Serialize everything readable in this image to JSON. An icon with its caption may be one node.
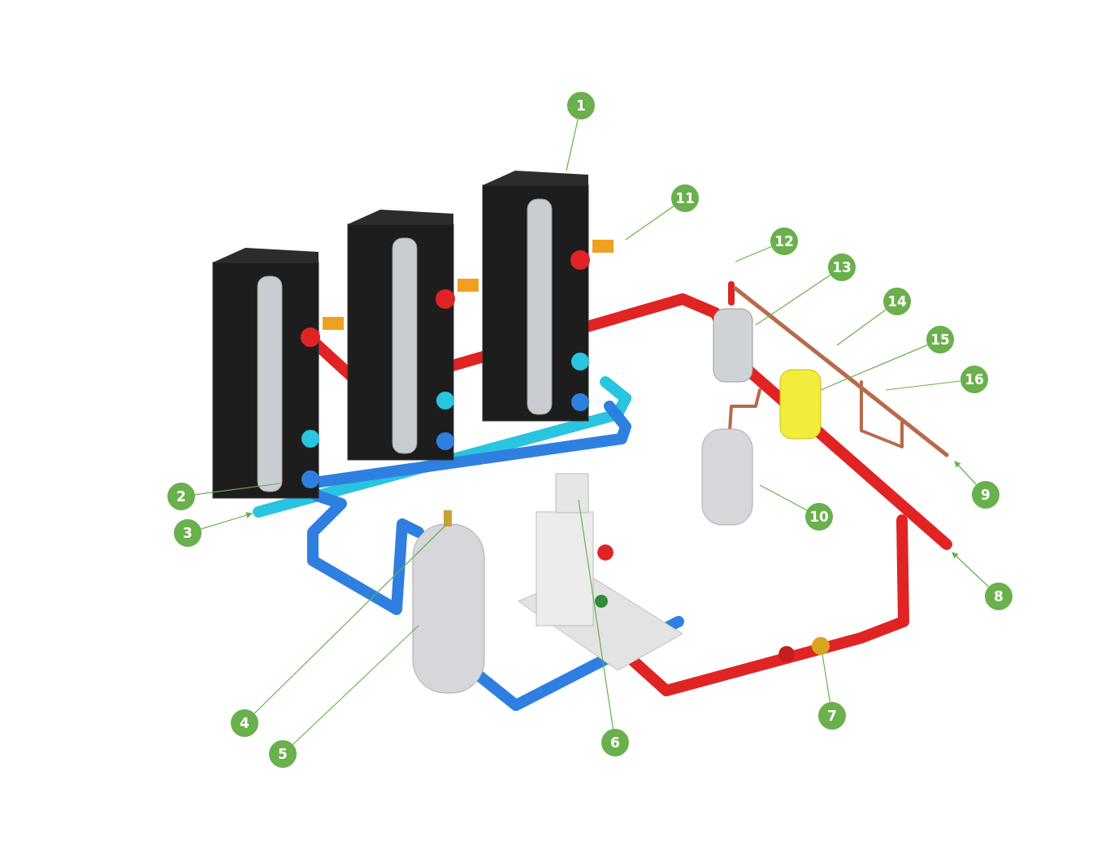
{
  "diagram": {
    "nodes": [
      {
        "text": [
          "1"
        ]
      },
      {
        "text": [
          "11"
        ]
      },
      {
        "text": [
          "12"
        ]
      },
      {
        "text": [
          "13"
        ]
      },
      {
        "text": [
          "14"
        ]
      },
      {
        "text": [
          "15"
        ]
      },
      {
        "text": [
          "16"
        ]
      },
      {
        "text": [
          "9"
        ]
      },
      {
        "text": [
          "2"
        ]
      },
      {
        "text": [
          "10"
        ]
      },
      {
        "text": [
          "3"
        ]
      },
      {
        "text": [
          "8"
        ]
      },
      {
        "text": [
          "7"
        ]
      },
      {
        "text": [
          "4"
        ]
      },
      {
        "text": [
          "6"
        ]
      },
      {
        "text": [
          "5"
        ]
      }
    ],
    "edges": [
      {
        "from": 0,
        "to": null,
        "arrow": "none"
      },
      {
        "from": 1,
        "to": null,
        "arrow": "none"
      },
      {
        "from": 2,
        "to": null,
        "arrow": "none"
      },
      {
        "from": 3,
        "to": null,
        "arrow": "none"
      },
      {
        "from": 4,
        "to": null,
        "arrow": "none"
      },
      {
        "from": 5,
        "to": null,
        "arrow": "none"
      },
      {
        "from": 6,
        "to": null,
        "arrow": "none"
      },
      {
        "from": 7,
        "to": null,
        "arrow": "to"
      },
      {
        "from": 8,
        "to": null,
        "arrow": "none"
      },
      {
        "from": 9,
        "to": null,
        "arrow": "none"
      },
      {
        "from": 10,
        "to": null,
        "arrow": "to"
      },
      {
        "from": 11,
        "to": null,
        "arrow": "to"
      },
      {
        "from": 12,
        "to": null,
        "arrow": "none"
      },
      {
        "from": 13,
        "to": null,
        "arrow": "none"
      },
      {
        "from": 14,
        "to": null,
        "arrow": "none"
      },
      {
        "from": 15,
        "to": null,
        "arrow": "none"
      }
    ]
  }
}
